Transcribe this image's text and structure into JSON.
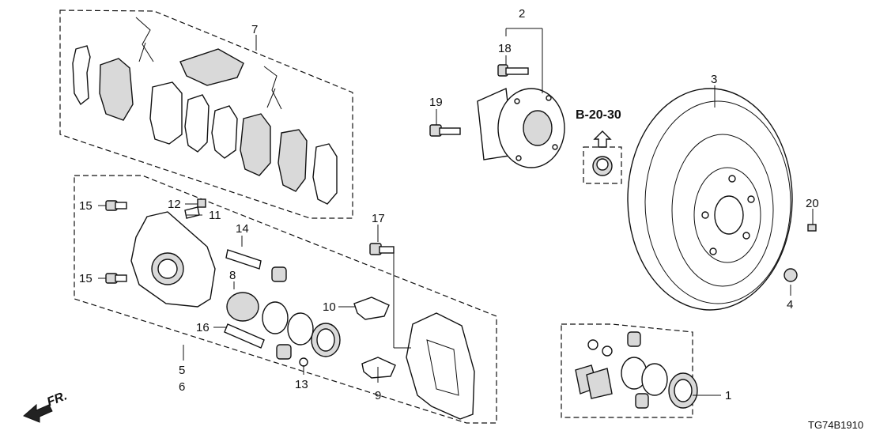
{
  "diagram": {
    "callouts": {
      "c1": "1",
      "c2": "2",
      "c3": "3",
      "c4": "4",
      "c5": "5",
      "c6": "6",
      "c7": "7",
      "c8": "8",
      "c9": "9",
      "c10": "10",
      "c11": "11",
      "c12": "12",
      "c13": "13",
      "c14": "14",
      "c15a": "15",
      "c15b": "15",
      "c16": "16",
      "c17": "17",
      "c18": "18",
      "c19": "19",
      "c20": "20"
    },
    "reference_code": "B-20-30",
    "front_label": "FR.",
    "diagram_code": "TG74B1910"
  }
}
